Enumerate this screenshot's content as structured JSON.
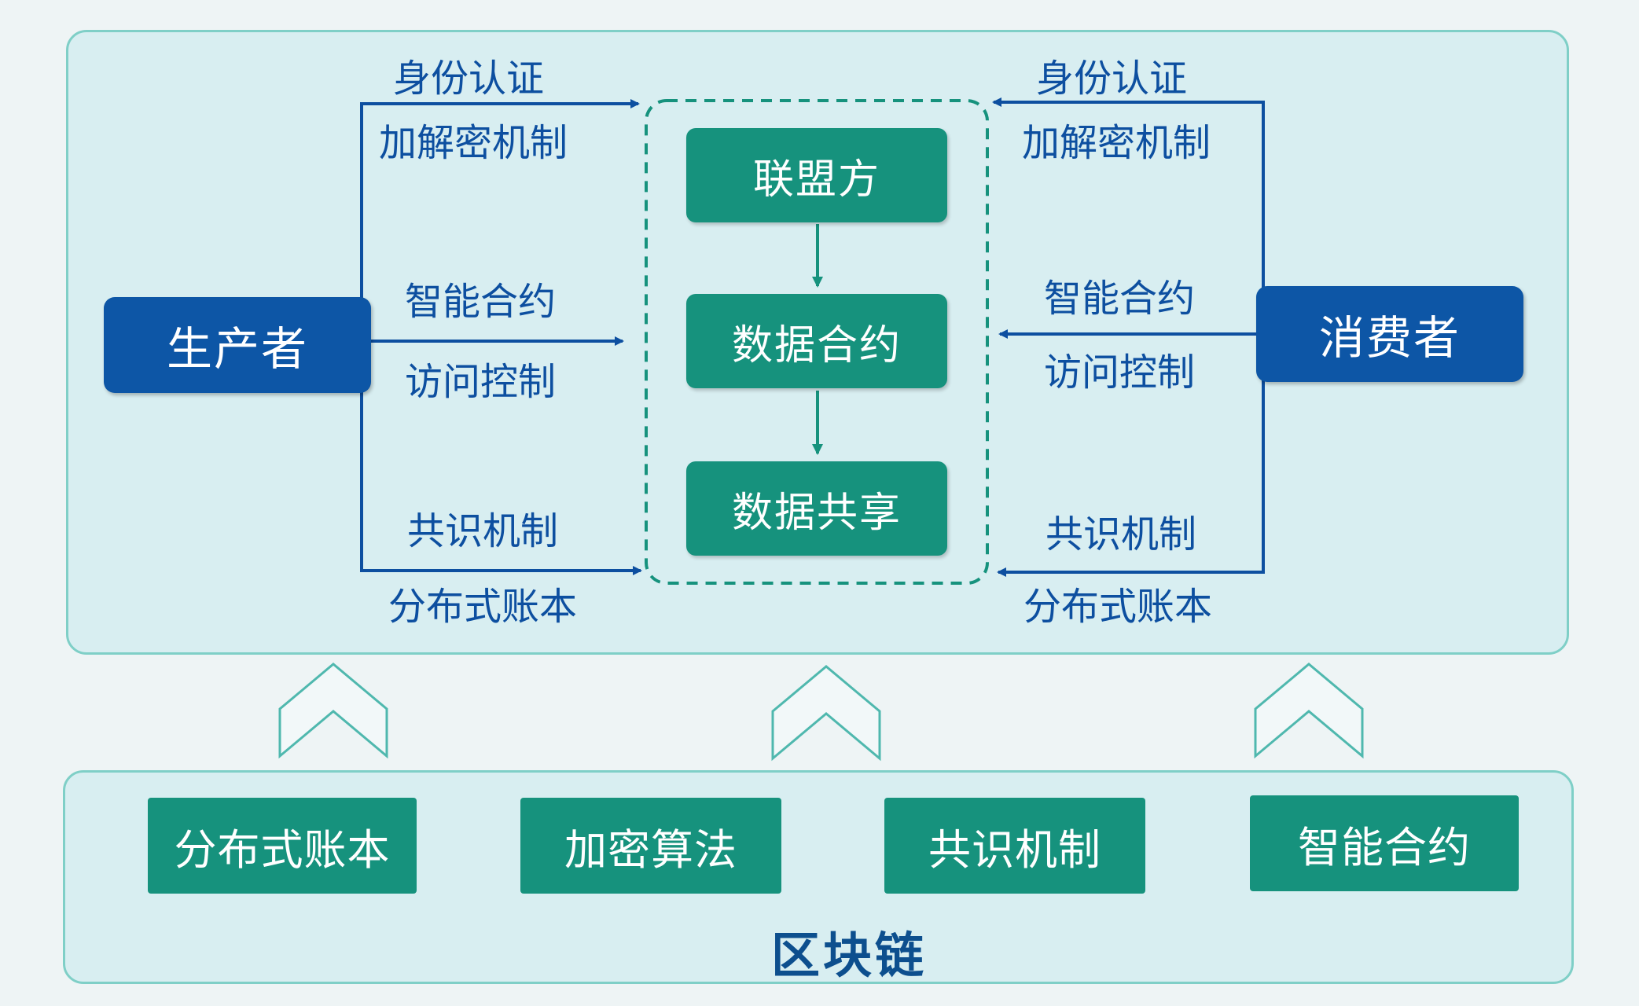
{
  "producer": "生产者",
  "consumer": "消费者",
  "center_nodes": [
    "联盟方",
    "数据合约",
    "数据共享"
  ],
  "left_labels": {
    "top": [
      "身份认证",
      "加解密机制"
    ],
    "middle": [
      "智能合约",
      "访问控制"
    ],
    "bottom": [
      "共识机制",
      "分布式账本"
    ]
  },
  "right_labels": {
    "top": [
      "身份认证",
      "加解密机制"
    ],
    "middle": [
      "智能合约",
      "访问控制"
    ],
    "bottom": [
      "共识机制",
      "分布式账本"
    ]
  },
  "blockchain": {
    "items": [
      "分布式账本",
      "加密算法",
      "共识机制",
      "智能合约"
    ],
    "label": "区块链"
  },
  "colors": {
    "actor_blue": "#0d56a6",
    "node_green": "#16927d",
    "label_blue": "#0d4fa0",
    "panel_fill": "#d8eef1",
    "panel_border": "#7fcfc7"
  }
}
